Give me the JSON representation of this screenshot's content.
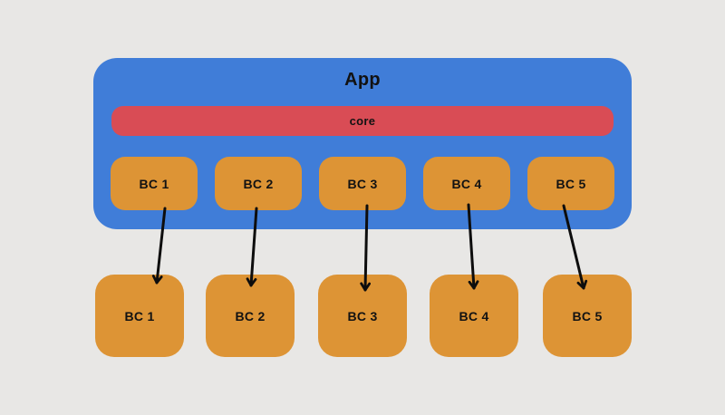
{
  "colors": {
    "background": "#e8e7e5",
    "container_blue": "#407dd8",
    "core_red": "#d94c55",
    "module_orange": "#dd9435",
    "arrow_black": "#0d0d0d",
    "text_dark": "#121212"
  },
  "app": {
    "title": "App",
    "core_label": "core",
    "inner_modules": [
      {
        "label": "BC 1"
      },
      {
        "label": "BC 2"
      },
      {
        "label": "BC 3"
      },
      {
        "label": "BC 4"
      },
      {
        "label": "BC 5"
      }
    ]
  },
  "bounded_contexts": [
    {
      "label": "BC 1"
    },
    {
      "label": "BC 2"
    },
    {
      "label": "BC 3"
    },
    {
      "label": "BC 4"
    },
    {
      "label": "BC 5"
    }
  ],
  "arrows": [
    {
      "from": "App / BC 1",
      "to": "BC 1"
    },
    {
      "from": "App / BC 2",
      "to": "BC 2"
    },
    {
      "from": "App / BC 3",
      "to": "BC 3"
    },
    {
      "from": "App / BC 4",
      "to": "BC 4"
    },
    {
      "from": "App / BC 5",
      "to": "BC 5"
    }
  ]
}
